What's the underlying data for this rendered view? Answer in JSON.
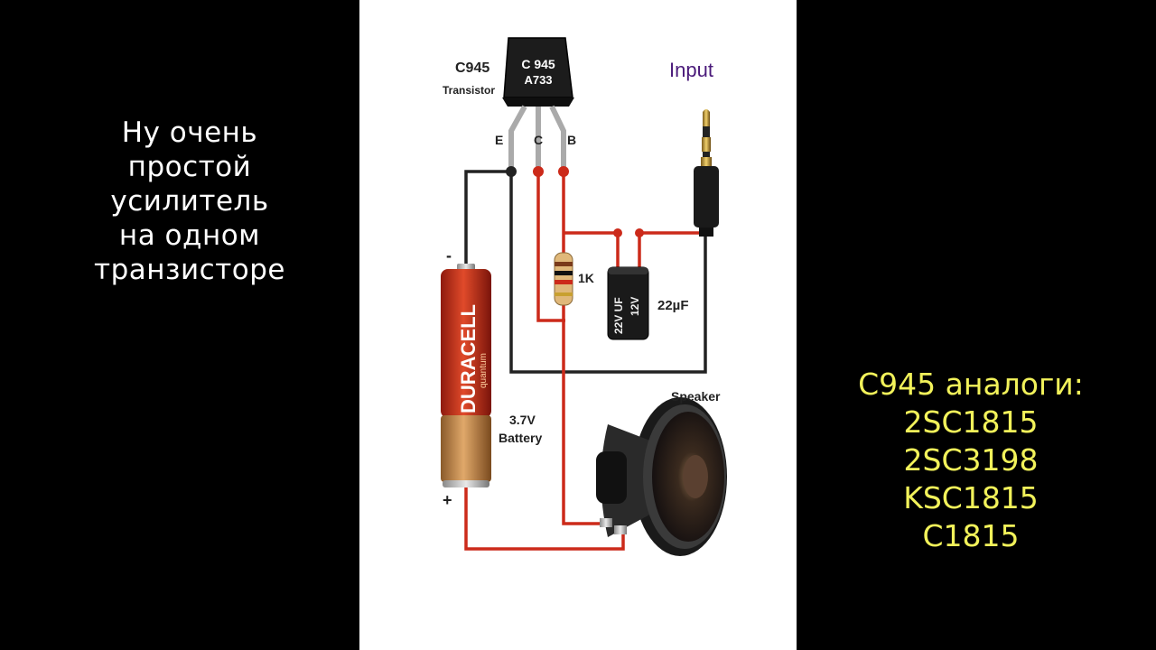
{
  "caption": {
    "lines": [
      "Ну очень",
      "простой",
      "усилитель",
      "на одном",
      "транзисторе"
    ]
  },
  "analogs": {
    "title": "C945 аналоги:",
    "items": [
      "2SC1815",
      "2SC3198",
      "KSC1815",
      "C1815"
    ]
  },
  "diagram": {
    "transistor": {
      "label": "C945",
      "sublabel": "Transistor",
      "marking_line1": "C 945",
      "marking_line2": "A733",
      "pins": [
        "E",
        "C",
        "B"
      ]
    },
    "input_label": "Input",
    "resistor_label": "1K",
    "capacitor": {
      "label": "22µF",
      "marking_line1": "22V UF",
      "marking_line2": "12V"
    },
    "battery": {
      "brand": "DURACELL",
      "subbrand": "quantum",
      "voltage": "3.7V",
      "label": "Battery",
      "minus": "-",
      "plus": "+"
    },
    "speaker_label": "Speaker"
  },
  "colors": {
    "red_wire": "#cc2a1a",
    "black_wire": "#222222",
    "caption_text": "#ffffff",
    "analog_text": "#f2f25a",
    "input_text": "#4a1a7a"
  }
}
